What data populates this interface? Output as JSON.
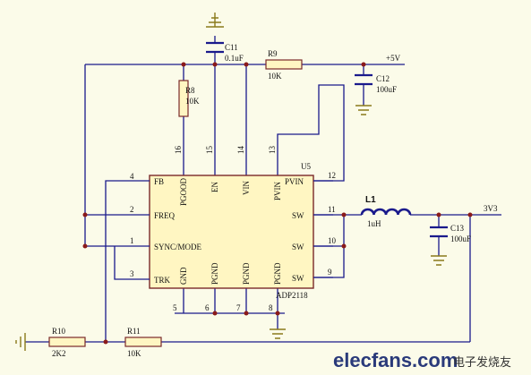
{
  "chip": {
    "ref": "U5",
    "part": "ADP2118",
    "pins_left": [
      {
        "num": "4",
        "label": "FB"
      },
      {
        "num": "2",
        "label": "FREQ"
      },
      {
        "num": "1",
        "label": "SYNC/MODE"
      },
      {
        "num": "3",
        "label": "TRK"
      }
    ],
    "pins_top": [
      {
        "num": "16",
        "label": "PGOOD"
      },
      {
        "num": "15",
        "label": "EN"
      },
      {
        "num": "14",
        "label": "VIN"
      },
      {
        "num": "13",
        "label": "PVIN"
      }
    ],
    "pins_right": [
      {
        "num": "12",
        "label": "PVIN"
      },
      {
        "num": "11",
        "label": "SW"
      },
      {
        "num": "10",
        "label": "SW"
      },
      {
        "num": "9",
        "label": "SW"
      }
    ],
    "pins_bottom": [
      {
        "num": "5",
        "label": "GND"
      },
      {
        "num": "6",
        "label": "PGND"
      },
      {
        "num": "7",
        "label": "PGND"
      },
      {
        "num": "8",
        "label": "PGND"
      }
    ]
  },
  "components": {
    "c11": {
      "ref": "C11",
      "value": "0.1uF"
    },
    "r9": {
      "ref": "R9",
      "value": "10K"
    },
    "r8": {
      "ref": "R8",
      "value": "10K"
    },
    "c12": {
      "ref": "C12",
      "value": "100uF"
    },
    "l1": {
      "ref": "L1",
      "value": "1uH"
    },
    "c13": {
      "ref": "C13",
      "value": "100uF"
    },
    "r10": {
      "ref": "R10",
      "value": "2K2"
    },
    "r11": {
      "ref": "R11",
      "value": "10K"
    }
  },
  "nets": {
    "vin": "+5V",
    "vout": "3V3"
  },
  "watermark": {
    "logo": "elecfans.com",
    "cn": "电子发烧友"
  }
}
